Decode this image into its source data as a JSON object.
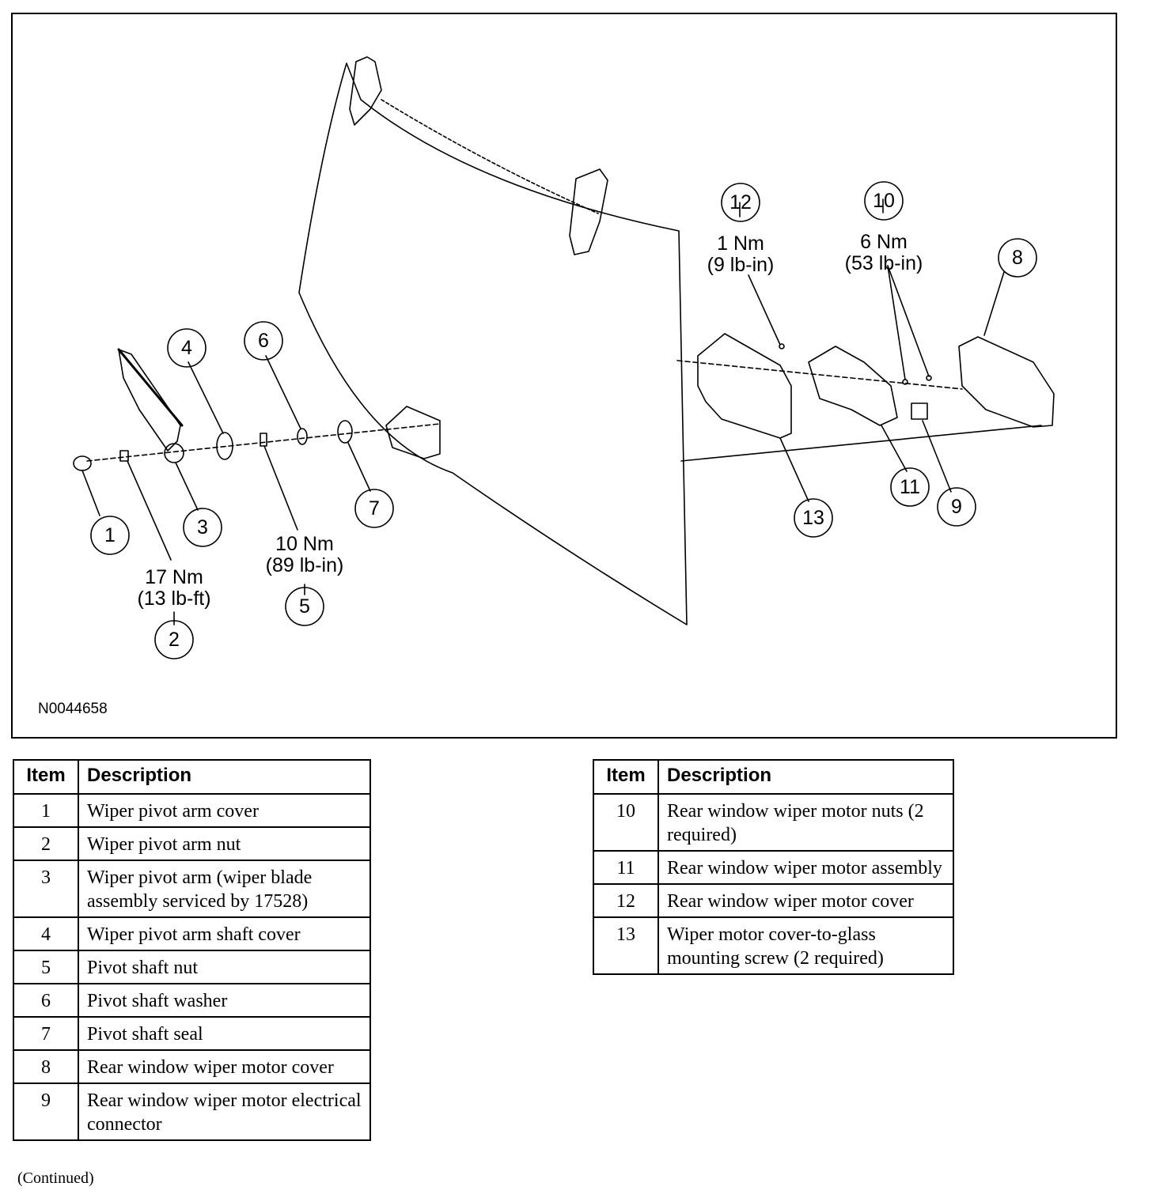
{
  "figure": {
    "id": "N0044658",
    "callouts": [
      "1",
      "2",
      "3",
      "4",
      "5",
      "6",
      "7",
      "8",
      "9",
      "10",
      "11",
      "12",
      "13"
    ],
    "torque_specs": {
      "item_2": {
        "metric": "17 Nm",
        "imperial": "(13 lb-ft)"
      },
      "item_5": {
        "metric": "10 Nm",
        "imperial": "(89 lb-in)"
      },
      "item_10": {
        "metric": "6 Nm",
        "imperial": "(53 lb-in)"
      },
      "item_12": {
        "metric": "1 Nm",
        "imperial": "(9 lb-in)"
      }
    }
  },
  "table_headers": {
    "item": "Item",
    "description": "Description"
  },
  "table_left": [
    {
      "item": "1",
      "description": "Wiper pivot arm cover"
    },
    {
      "item": "2",
      "description": "Wiper pivot arm nut"
    },
    {
      "item": "3",
      "description": "Wiper pivot arm (wiper blade assembly serviced by 17528)"
    },
    {
      "item": "4",
      "description": "Wiper pivot arm shaft cover"
    },
    {
      "item": "5",
      "description": "Pivot shaft nut"
    },
    {
      "item": "6",
      "description": "Pivot shaft washer"
    },
    {
      "item": "7",
      "description": "Pivot shaft seal"
    },
    {
      "item": "8",
      "description": "Rear window wiper motor cover"
    },
    {
      "item": "9",
      "description": "Rear window wiper motor electrical connector"
    }
  ],
  "table_right": [
    {
      "item": "10",
      "description": "Rear window wiper motor nuts (2 required)"
    },
    {
      "item": "11",
      "description": "Rear window wiper motor assembly"
    },
    {
      "item": "12",
      "description": "Rear window wiper motor cover"
    },
    {
      "item": "13",
      "description": "Wiper motor cover-to-glass mounting screw (2 required)"
    }
  ],
  "footer": {
    "continued": "(Continued)"
  }
}
